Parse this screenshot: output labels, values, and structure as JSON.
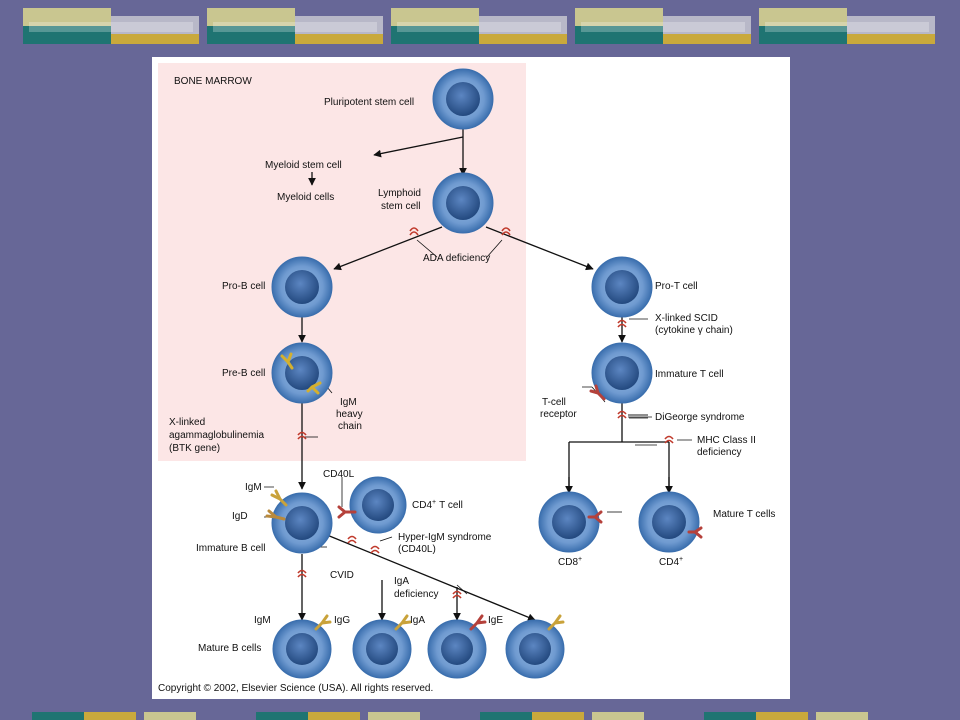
{
  "colors": {
    "background": "#676797",
    "panel": "#ffffff",
    "bone_marrow_region": "#fce6e6",
    "cell_outer": "#3f78b5",
    "cell_inner": "#7fa8d8",
    "cell_nucleus": "#2a5490",
    "block_mark": "#c0392b",
    "igm": "#c9a23a",
    "igd": "#b98a3c",
    "receptor": "#b5413b",
    "deco_tan": "#c9c690",
    "deco_teal": "#1f7472",
    "deco_gold": "#c9a93c",
    "deco_light": "#b8b8c8"
  },
  "diagram": {
    "region_title": "BONE MARROW",
    "cells": {
      "pluripotent": "Pluripotent stem cell",
      "myeloid_stem": "Myeloid stem cell",
      "myeloid_cells": "Myeloid cells",
      "lymphoid_1": "Lymphoid",
      "lymphoid_2": "stem cell",
      "pro_b": "Pro-B cell",
      "pre_b": "Pre-B cell",
      "pro_t": "Pro-T cell",
      "immature_t": "Immature T cell",
      "immature_b": "Immature B cell",
      "mature_b": "Mature B cells",
      "mature_t": "Mature T cells",
      "cd8": "CD8",
      "cd4": "CD4",
      "cd4_t": "CD4",
      "cd4_t_suffix": "T cell",
      "plus": "+"
    },
    "labels": {
      "igm_heavy_1": "IgM",
      "igm_heavy_2": "heavy",
      "igm_heavy_3": "chain",
      "tcell_receptor_1": "T-cell",
      "tcell_receptor_2": "receptor",
      "cd40l": "CD40L",
      "igm": "IgM",
      "igd": "IgD",
      "igm_mature": "IgM",
      "igg": "IgG",
      "iga": "IgA",
      "ige": "IgE"
    },
    "deficiencies": {
      "ada": "ADA deficiency",
      "xscid_1": "X-linked SCID",
      "xscid_2": "(cytokine γ chain)",
      "digeorge": "DiGeorge syndrome",
      "mhc_1": "MHC Class II",
      "mhc_2": "deficiency",
      "xla_1": "X-linked",
      "xla_2": "agammaglobulinemia",
      "xla_3": "(BTK gene)",
      "higm_1": "Hyper-IgM syndrome",
      "higm_2": "(CD40L)",
      "cvid": "CVID",
      "iga_1": "IgA",
      "iga_2": "deficiency"
    },
    "copyright": "Copyright © 2002, Elsevier Science (USA). All rights reserved."
  }
}
